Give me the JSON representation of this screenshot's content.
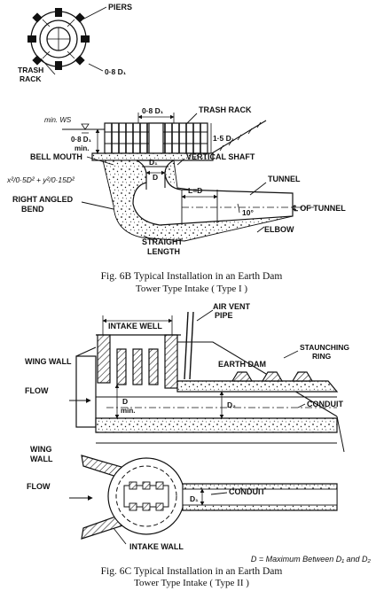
{
  "fig6b": {
    "labels": {
      "piers": "PIERS",
      "trash_rack_plan": "TRASH",
      "trash_rack_plan_2": "RACK",
      "dim_08d1_plan": "0·8 D₁",
      "dim_08d1_top": "0·8 D₁",
      "trash_rack_section": "TRASH RACK",
      "min_ws": "min. WS",
      "dim_08d1_min": "0·8 D₁",
      "min": "min.",
      "dim_15d1": "1·5 D₁",
      "bell_mouth": "BELL MOUTH",
      "d1": "D₁",
      "d": "D",
      "vertical_shaft": "VERTICAL SHAFT",
      "equation": "x²/0·5D² + y²/0·15D²",
      "tunnel": "TUNNEL",
      "l_eq_d": "L=D",
      "ten_deg": "10°",
      "cl_tunnel": "℄ OF TUNNEL",
      "right_angled": "RIGHT ANGLED",
      "bend": "BEND",
      "straight": "STRAIGHT",
      "length": "LENGTH",
      "elbow": "ELBOW"
    },
    "caption_line1": "Fig. 6B   Typical Installation in an Earth Dam",
    "caption_line2": "Tower Type Intake ( Type I )"
  },
  "fig6c": {
    "labels": {
      "intake_well": "INTAKE WELL",
      "air_vent": "AIR VENT",
      "pipe": "PIPE",
      "wing_wall": "WING WALL",
      "earth_dam": "EARTH DAM",
      "staunching": "STAUNCHING",
      "ring": "RING",
      "flow": "FLOW",
      "d": "D",
      "min": "min.",
      "d2": "D₂",
      "conduit": "CONDUIT",
      "wing": "WING",
      "wall": "WALL",
      "flow_plan": "FLOW",
      "d1": "D₁",
      "conduit_plan": "CONDUIT",
      "intake_wall": "INTAKE WALL"
    },
    "note": "D = Maximum Between  D₁  and  D₂",
    "caption_line1": "Fig. 6C   Typical Installation in an Earth Dam",
    "caption_line2": "Tower Type Intake ( Type II )"
  }
}
